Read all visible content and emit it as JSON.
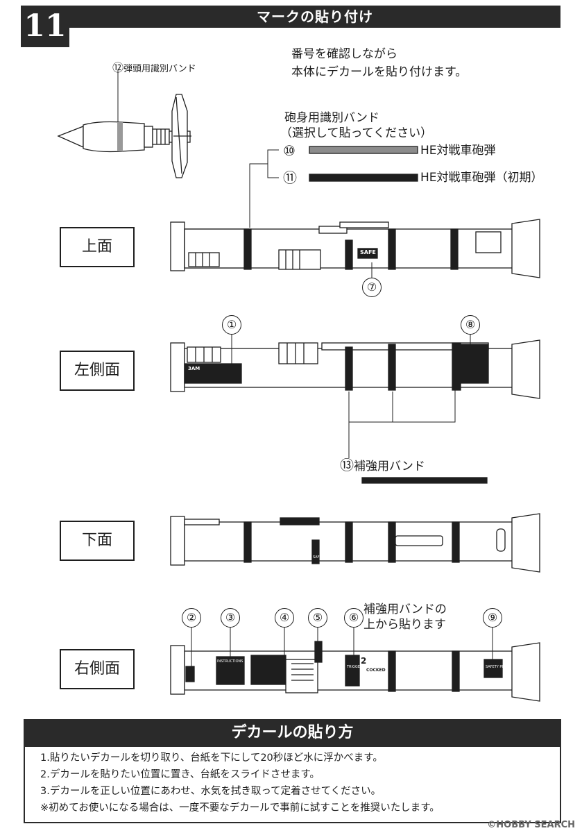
{
  "header": {
    "step_number": "11",
    "title": "マークの貼り付け"
  },
  "intro": {
    "line1": "番号を確認しながら",
    "line2": "本体にデカールを貼り付けます。"
  },
  "warhead_label": {
    "number": "⑫",
    "text": "弾頭用識別バンド"
  },
  "barrel_band": {
    "title": "砲身用識別バンド",
    "subtitle": "（選択して貼ってください）",
    "options": [
      {
        "number": "⑩",
        "label": "HE対戦車砲弾",
        "color": "#8c8c8c"
      },
      {
        "number": "⑪",
        "label": "HE対戦車砲弾（初期）",
        "color": "#1e1e1e"
      }
    ]
  },
  "views": {
    "top": "上面",
    "left": "左側面",
    "bottom": "下面",
    "right": "右側面"
  },
  "callouts": {
    "n1": "①",
    "n2": "②",
    "n3": "③",
    "n4": "④",
    "n5": "⑤",
    "n6": "⑥",
    "n7": "⑦",
    "n8": "⑧",
    "n9": "⑨"
  },
  "reinforcement": {
    "number": "⑬",
    "label": "補強用バンド"
  },
  "note_right": {
    "line1": "補強用バンドの",
    "line2": "上から貼ります"
  },
  "decal_texts": {
    "safe": "SAFE",
    "instructions": "INSTRUCTIONS",
    "trigger": "TRIGGER",
    "cocked": "COCKED",
    "two": "2",
    "safety_pin": "SAFETY PIN",
    "safety": "SAFETY",
    "model": "3AM"
  },
  "method": {
    "title": "デカールの貼り方",
    "steps": [
      "1.貼りたいデカールを切り取り、台紙を下にして20秒ほど水に浮かべます。",
      "2.デカールを貼りたい位置に置き、台紙をスライドさせます。",
      "3.デカールを正しい位置にあわせ、水気を拭き取って定着させてください。",
      "※初めてお使いになる場合は、一度不要なデカールで事前に試すことを推奨いたします。"
    ]
  },
  "watermark": "©HOBBY SEARCH"
}
